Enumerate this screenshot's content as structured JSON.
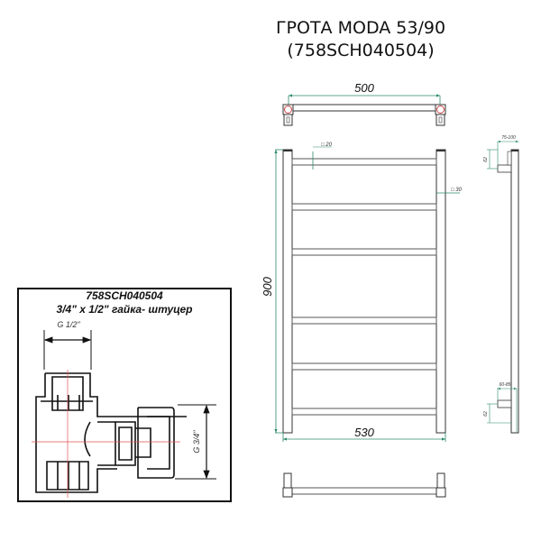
{
  "header": {
    "model_name": "ГРОТА MODA 53/90",
    "article": "(758SCH040504)"
  },
  "top_view": {
    "width_dim": "500"
  },
  "front_view": {
    "height_dim": "900",
    "width_dim": "530",
    "rail_profile": "□ 20",
    "post_profile": "□ 30",
    "rail_count": 6
  },
  "side_view": {
    "top_offset": "75-100",
    "top_bracket_height": "62",
    "bottom_offset": "60-85",
    "bottom_bracket_height": "62"
  },
  "fitting_box": {
    "article": "758SCH040504",
    "description": "3/4\" x 1/2\" гайка- штуцер",
    "dim_top": "G 1/2\"",
    "dim_side": "G 3/4\""
  },
  "colors": {
    "outline": "#333333",
    "dimension": "#2e8b6a",
    "centerline": "#e05050",
    "fitting_outline": "#111111"
  }
}
